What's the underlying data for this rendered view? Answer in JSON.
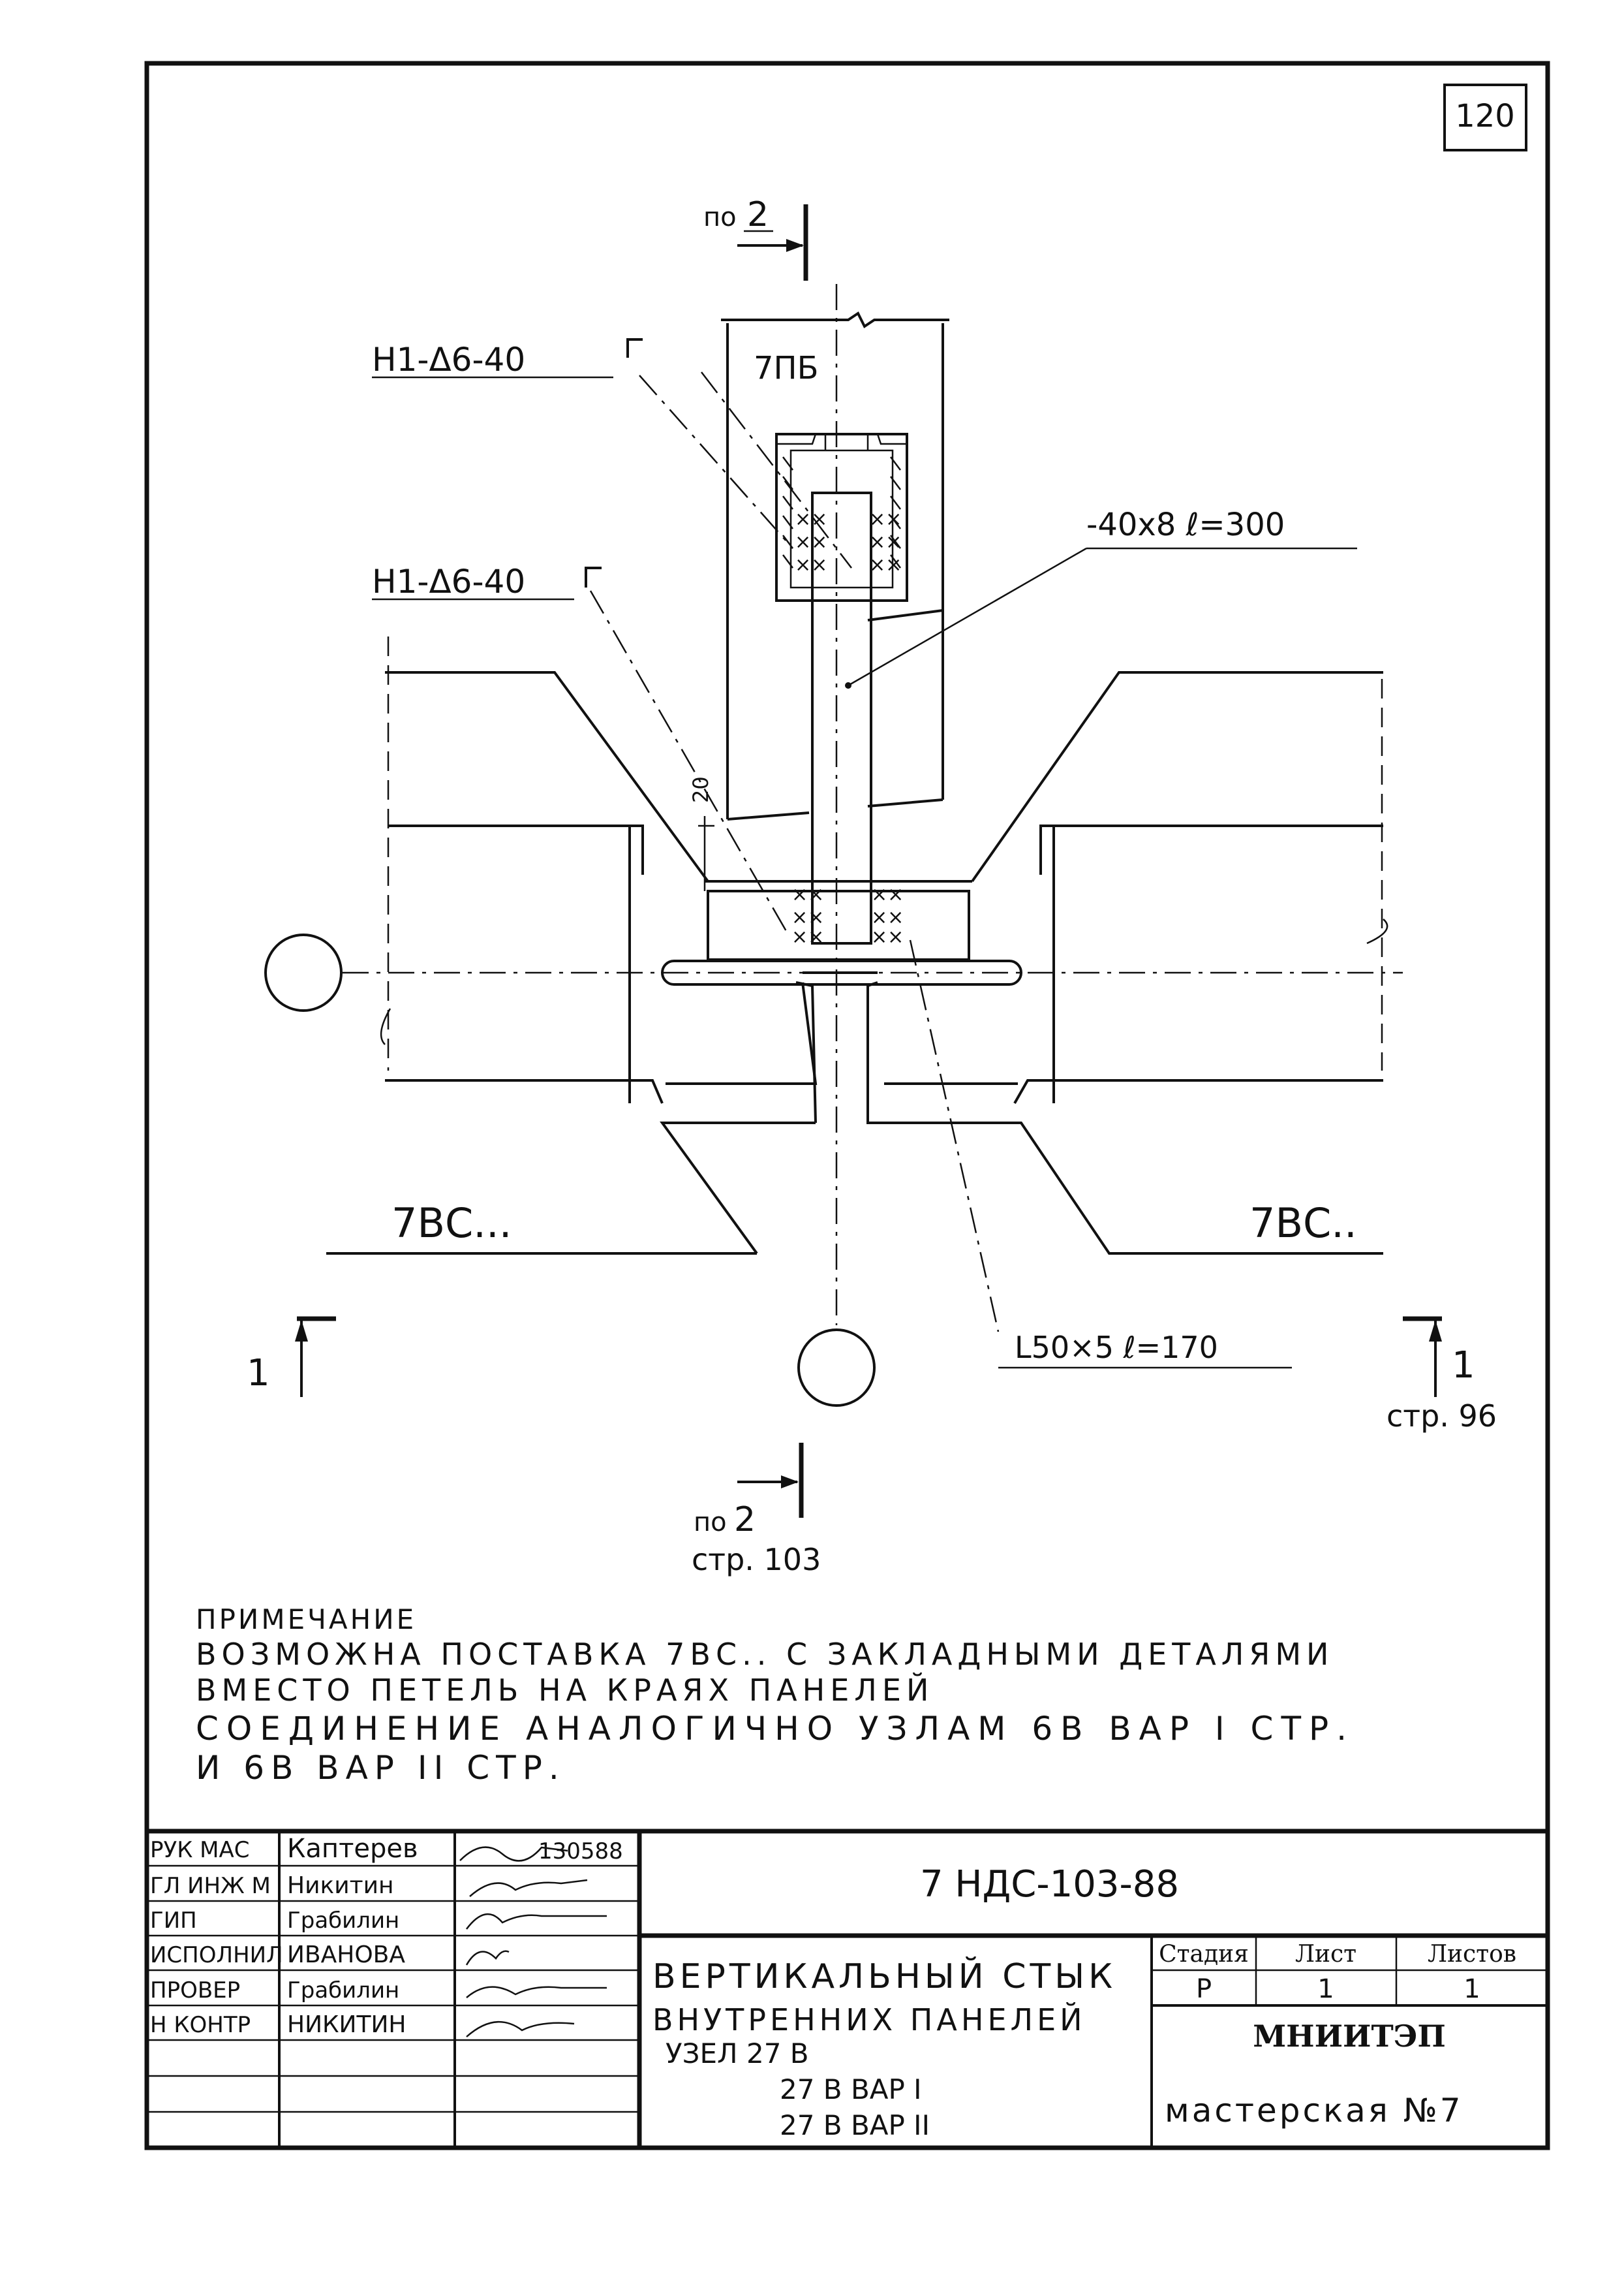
{
  "sheet_number": "120",
  "labels": {
    "section_top_label": "по",
    "section_top_num": "2",
    "section_bottom_label": "по",
    "section_bottom_num": "2",
    "section_bottom_page": "стр. 103",
    "beam": "7ПБ",
    "weld_1": "Н1-Δ6-40",
    "weld_2": "Н1-Δ6-40",
    "plate": "-40х8 ℓ=300",
    "gap_dim": "20",
    "panel_left": "7ВС...",
    "panel_right": "7ВС..",
    "angle": "L50×5 ℓ=170",
    "cut_left": "1",
    "cut_right": "1",
    "cut_page": "стр. 96"
  },
  "note": {
    "heading": "ПРИМЕЧАНИЕ",
    "lines": [
      "ВОЗМОЖНА ПОСТАВКА 7ВС.. С ЗАКЛАДНЫМИ ДЕТАЛЯМИ",
      "ВМЕСТО ПЕТЕЛЬ НА КРАЯХ ПАНЕЛЕЙ",
      "СОЕДИНЕНИЕ АНАЛОГИЧНО УЗЛАМ 6В ВАР I СТР.",
      "И 6В ВАР II СТР."
    ]
  },
  "title_block": {
    "roles": [
      "РУК МАС",
      "ГЛ ИНЖ М",
      "ГИП",
      "ИСПОЛНИЛ",
      "ПРОВЕР",
      "Н КОНТР"
    ],
    "names": [
      "Каптерев",
      "Никитин",
      "Грабилин",
      "ИВАНОВА",
      "Грабилин",
      "НИКИТИН"
    ],
    "date": "130588",
    "doc_code": "7 НДС-103-88",
    "title_lines": [
      "ВЕРТИКАЛЬНЫЙ СТЫК",
      "ВНУТРЕННИХ ПАНЕЛЕЙ"
    ],
    "node_lines": [
      "УЗЕЛ 27 В",
      "27 В ВАР I",
      "27 В ВАР II"
    ],
    "stage_header": "Стадия",
    "sheet_header": "Лист",
    "sheets_header": "Листов",
    "stage": "Р",
    "sheet": "1",
    "sheets": "1",
    "org": "МНИИТЭП",
    "workshop": "мастерская №7"
  }
}
